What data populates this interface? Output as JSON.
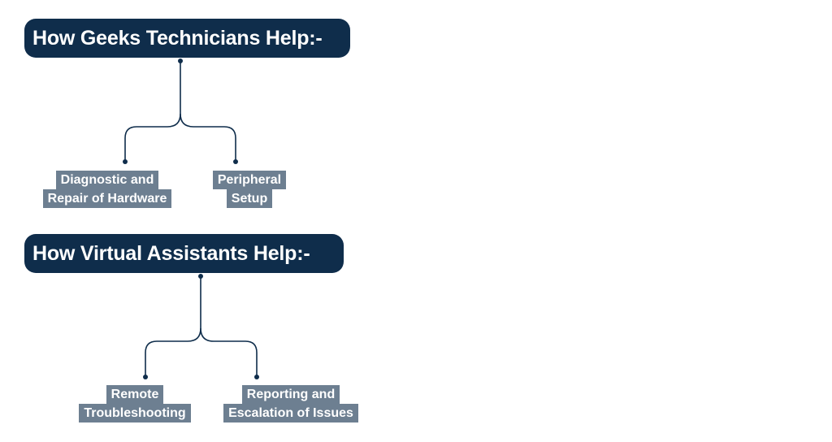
{
  "diagram": {
    "sections": [
      {
        "title": "How Geeks Technicians Help:-",
        "items": [
          {
            "lines": [
              "Diagnostic and",
              "Repair of Hardware"
            ]
          },
          {
            "lines": [
              "Peripheral",
              "Setup"
            ]
          }
        ]
      },
      {
        "title": "How Virtual Assistants Help:-",
        "items": [
          {
            "lines": [
              "Remote",
              "Troubleshooting"
            ]
          },
          {
            "lines": [
              "Reporting and",
              "Escalation of Issues"
            ]
          }
        ]
      }
    ],
    "colors": {
      "header_bg": "#0f2d4b",
      "header_text": "#ffffff",
      "leaf_bg": "#6d7f91",
      "leaf_text": "#ffffff",
      "connector": "#0f2d4b"
    }
  }
}
